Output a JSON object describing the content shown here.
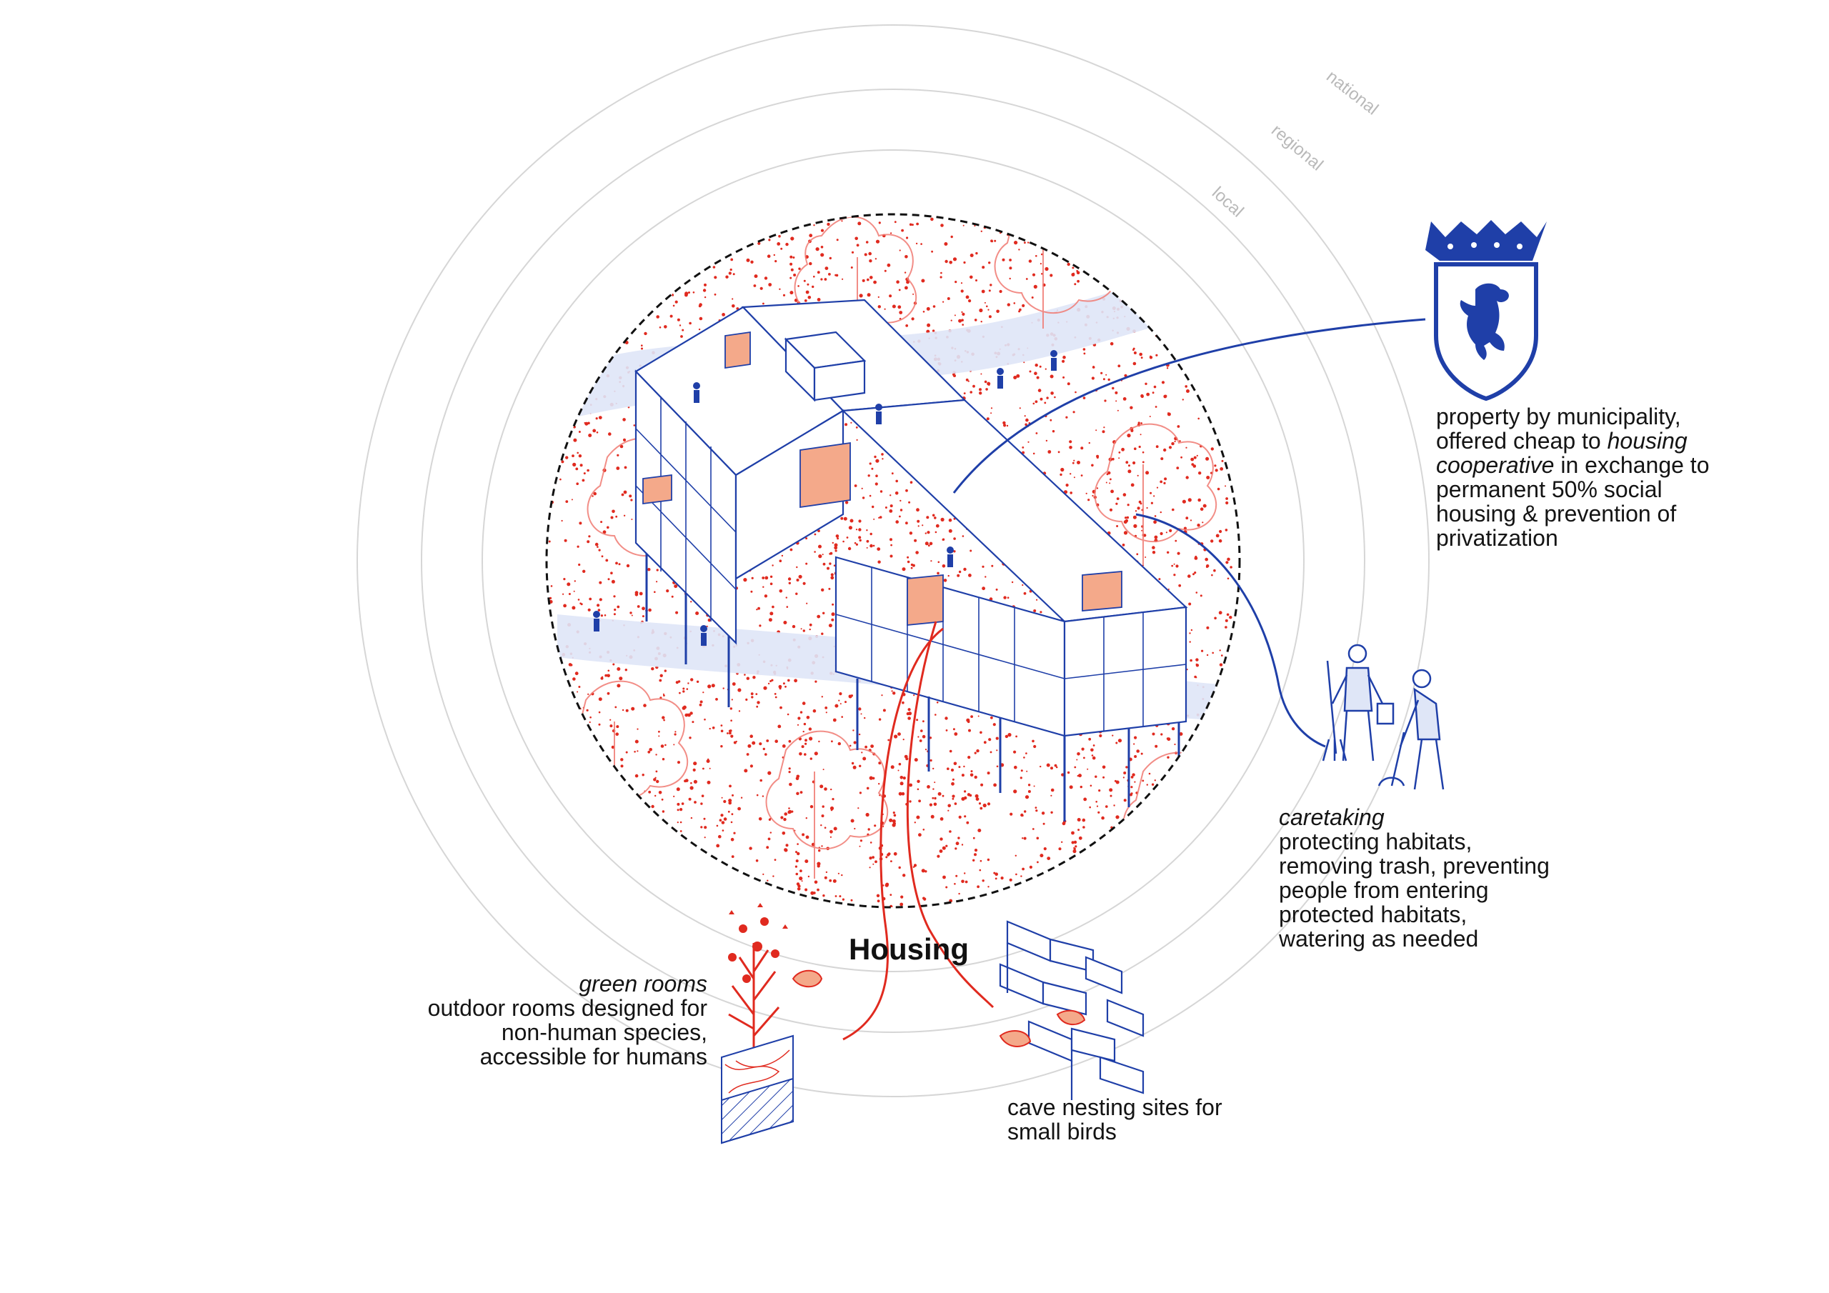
{
  "colors": {
    "accent_blue": "#1f3fa8",
    "accent_red": "#e02a1f",
    "ring_gray": "#d4d4d4",
    "terrace_orange": "#f0a07a"
  },
  "title": "Housing",
  "rings": {
    "local": "local",
    "regional": "regional",
    "national": "national"
  },
  "municipality": {
    "icon": "berlin-coat-of-arms-icon",
    "line1": "property by municipality,",
    "line2_pre": "offered cheap to ",
    "line2_em": "housing",
    "line3_em": "cooperative",
    "line3_post": " in exchange to",
    "line4": "permanent 50% social",
    "line5": "housing & prevention of",
    "line6": "privatization"
  },
  "caretaking": {
    "icon": "caretakers-icon",
    "heading": "caretaking",
    "line1": "protecting habitats,",
    "line2": "removing trash, preventing",
    "line3": "people from entering",
    "line4": "protected habitats,",
    "line5": "watering as needed"
  },
  "green_rooms": {
    "icon": "plant-soil-icon",
    "heading": "green rooms",
    "line1": "outdoor rooms designed for",
    "line2": "non-human species,",
    "line3": "accessible for humans"
  },
  "nesting": {
    "icon": "nesting-blocks-icon",
    "line1": "cave nesting sites for",
    "line2": "small birds"
  }
}
